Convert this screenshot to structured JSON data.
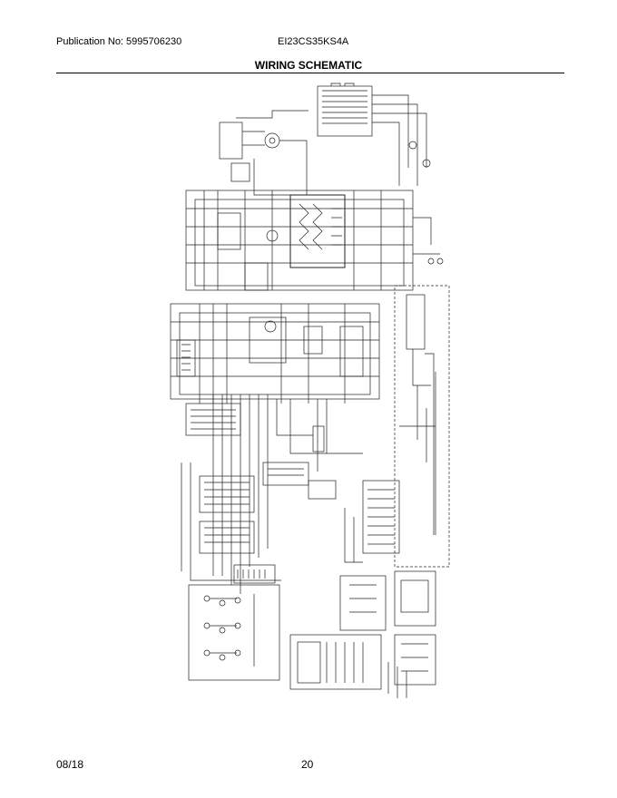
{
  "header": {
    "publication": "Publication No: 5995706230",
    "model": "EI23CS35KS4A"
  },
  "title": "WIRING SCHEMATIC",
  "footer": {
    "date": "08/18",
    "page": "20"
  }
}
